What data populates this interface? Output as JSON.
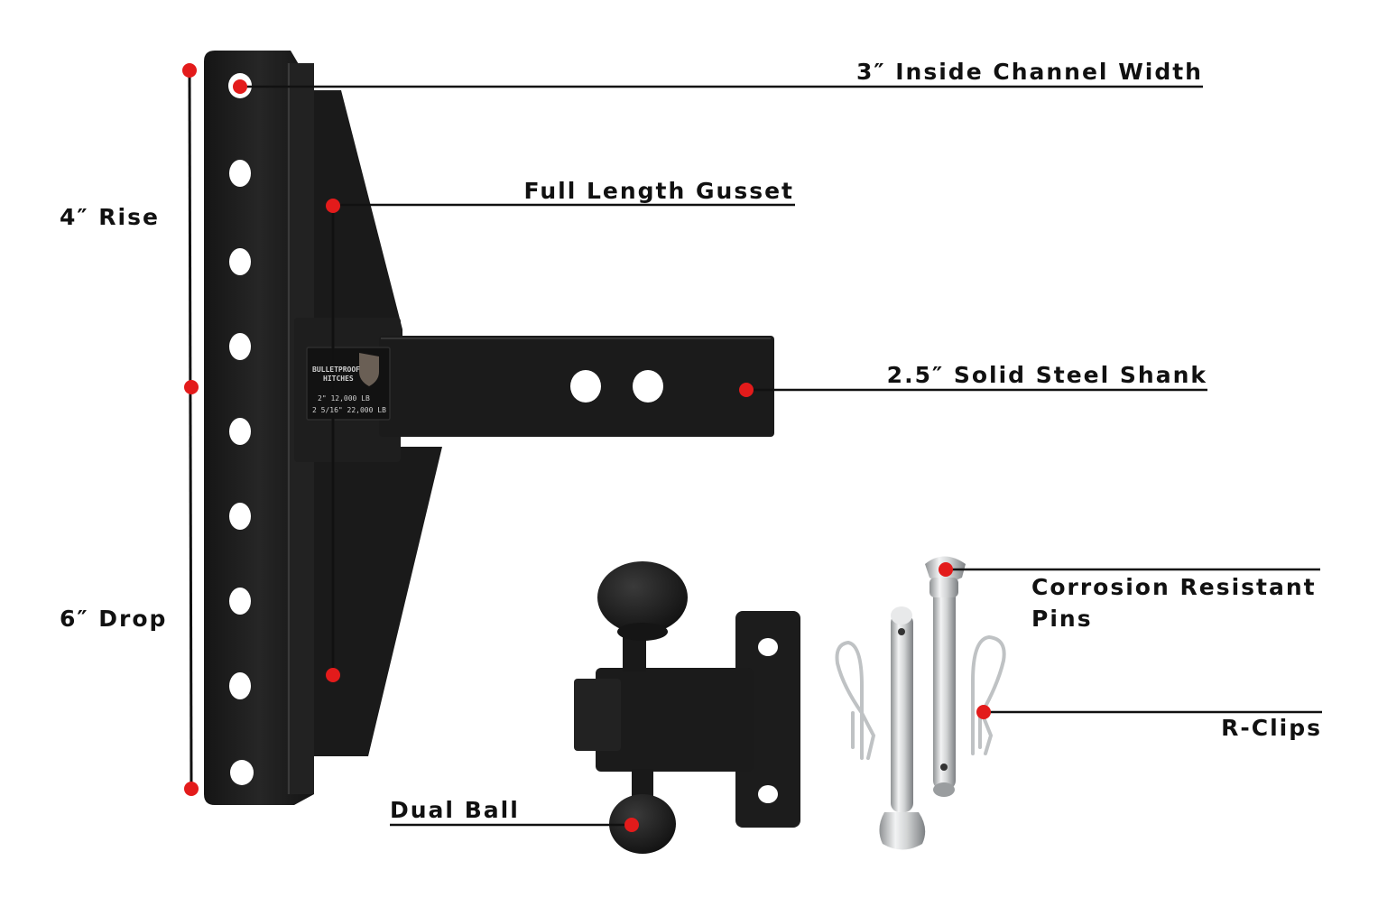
{
  "callouts": {
    "channel_width": "3″ Inside Channel Width",
    "gusset": "Full Length Gusset",
    "rise": "4″ Rise",
    "drop": "6″ Drop",
    "shank": "2.5″ Solid Steel Shank",
    "pins_line1": "Corrosion Resistant",
    "pins_line2": "Pins",
    "rclips": "R-Clips",
    "dual_ball": "Dual Ball"
  },
  "logo_plate": {
    "brand_line1": "BULLETPROOF",
    "brand_line2": "HITCHES",
    "rating_line1": "2\" 12,000 LB",
    "rating_line2": "2 5/16\" 22,000 LB"
  },
  "colors": {
    "marker": "#e31b1b",
    "steel": "#1c1c1c",
    "steel_edge": "#3a3a3a",
    "chrome": "#c9cbcc",
    "leader": "#111111",
    "background": "#ffffff"
  }
}
